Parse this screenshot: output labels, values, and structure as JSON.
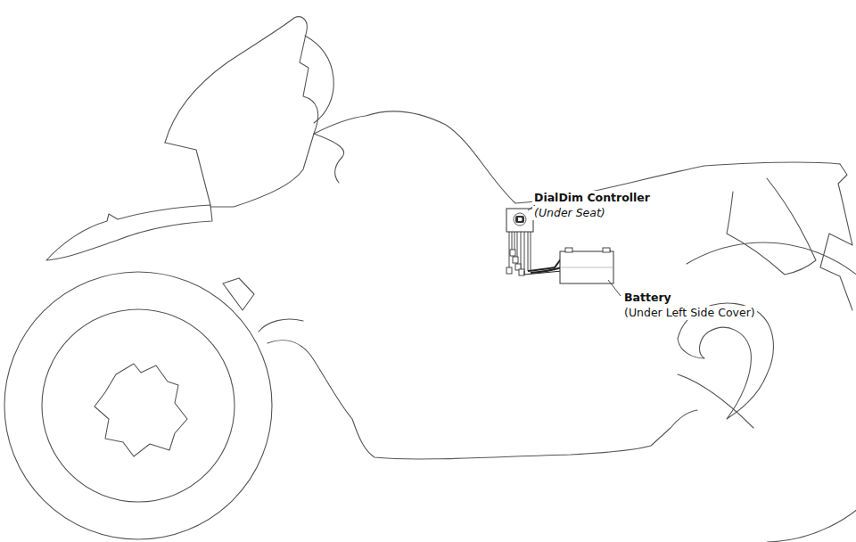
{
  "diagram": {
    "labels": [
      "DialDim Controller",
      "(Under Seat)",
      "Battery",
      "(Under Left Side Cover)"
    ]
  }
}
